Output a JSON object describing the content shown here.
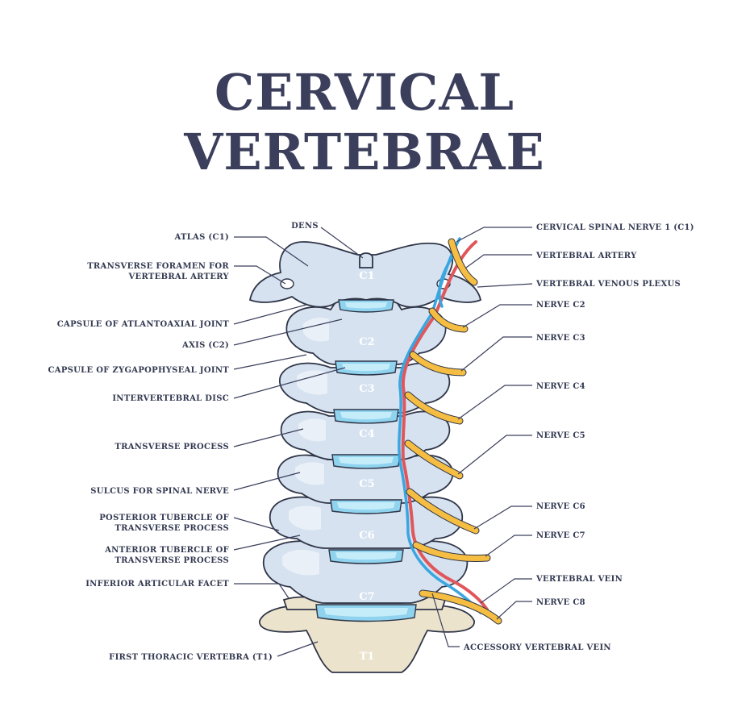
{
  "title": {
    "line1": "CERVICAL",
    "line2": "VERTEBRAE"
  },
  "vertebrae": [
    "C1",
    "C2",
    "C3",
    "C4",
    "C5",
    "C6",
    "C7",
    "T1"
  ],
  "labels_left": [
    "ATLAS (C1)",
    "TRANSVERSE FORAMEN FOR",
    "VERTEBRAL ARTERY",
    "CAPSULE OF ATLANTOAXIAL JOINT",
    "AXIS (C2)",
    "CAPSULE OF ZYGAPOPHYSEAL JOINT",
    "INTERVERTEBRAL DISC",
    "TRANSVERSE PROCESS",
    "SULCUS FOR SPINAL NERVE",
    "POSTERIOR TUBERCLE OF",
    "TRANSVERSE PROCESS",
    "ANTERIOR TUBERCLE OF",
    "TRANSVERSE PROCESS",
    "INFERIOR ARTICULAR FACET",
    "FIRST THORACIC VERTEBRA (T1)"
  ],
  "labels_right": [
    "CERVICAL SPINAL NERVE 1 (C1)",
    "VERTEBRAL ARTERY",
    "VERTEBRAL VENOUS PLEXUS",
    "NERVE C2",
    "NERVE C3",
    "NERVE C4",
    "NERVE C5",
    "NERVE C6",
    "NERVE C7",
    "VERTEBRAL VEIN",
    "NERVE C8"
  ],
  "labels_top": [
    "DENS"
  ],
  "labels_bottom": [
    "ACCESSORY VERTEBRAL VEIN"
  ],
  "colors": {
    "bone": "#d6e2f0",
    "disc": "#8fd3ef",
    "nerve": "#f5bd41",
    "artery": "#e0575b",
    "vein": "#3aa6e0",
    "t1": "#ece3cc",
    "text": "#3b3f5c"
  }
}
